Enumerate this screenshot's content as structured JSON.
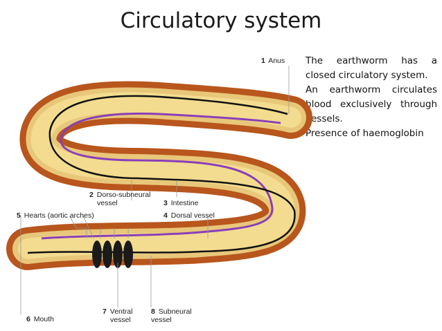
{
  "title": "Circulatory system",
  "description": {
    "lines": [
      "The earthworm has a closed circulatory system.",
      "An earthworm circulates blood exclusively through vessels.",
      "Presence of haemoglobin"
    ]
  },
  "labels": {
    "anus": {
      "num": "1",
      "text": "Anus"
    },
    "dorso_subneural": {
      "num": "2",
      "line1": "Dorso-subneural",
      "line2": "vessel"
    },
    "intestine": {
      "num": "3",
      "text": "Intestine"
    },
    "dorsal_vessel": {
      "num": "4",
      "text": "Dorsal vessel"
    },
    "hearts": {
      "num": "5",
      "text": "Hearts (aortic arches)"
    },
    "mouth": {
      "num": "6",
      "text": "Mouth"
    },
    "ventral_vessel": {
      "num": "7",
      "line1": "Ventral",
      "line2": "vessel"
    },
    "subneural_vessel": {
      "num": "8",
      "line1": "Subneural",
      "line2": "vessel"
    }
  },
  "colors": {
    "body_outer": "#b8561d",
    "body_inner": "#e8c77a",
    "intestine": "#f3dc8f",
    "vessel_dorsal": "#111111",
    "vessel_ventral": "#8a3fb8",
    "hearts": "#1a1a1a"
  }
}
